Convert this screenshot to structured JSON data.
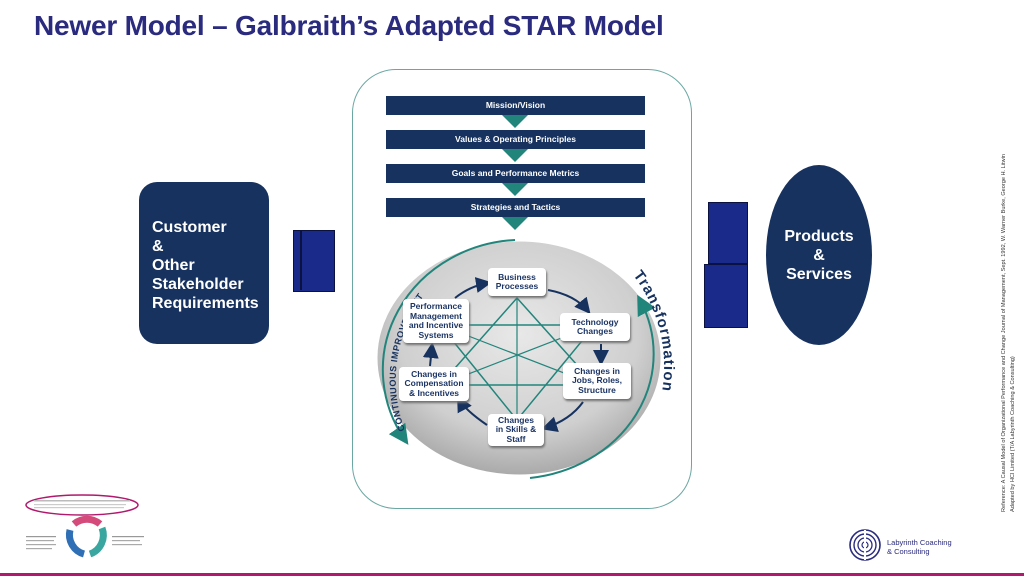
{
  "title": "Newer Model – Galbraith’s Adapted STAR Model",
  "left_box": [
    "Customer",
    "&",
    "Other",
    "Stakeholder",
    "Requirements"
  ],
  "right_oval": [
    "Products",
    "&",
    "Services"
  ],
  "bands": [
    "Mission/Vision",
    "Values & Operating Principles",
    "Goals and Performance  Metrics",
    "Strategies and Tactics"
  ],
  "nodes": {
    "business": [
      "Business",
      "Processes"
    ],
    "technology": [
      "Technology",
      "Changes"
    ],
    "jobs": [
      "Changes in",
      "Jobs, Roles,",
      "Structure"
    ],
    "skills": [
      "Changes",
      "in Skills &",
      "Staff"
    ],
    "compensation": [
      "Changes in",
      "Compensation",
      "& Incentives"
    ],
    "performance": [
      "Performance",
      "Management",
      "and Incentive",
      "Systems"
    ]
  },
  "left_arc_label": "CONTINUOUS IMPROVEMENT",
  "right_arc_label": "Transformation",
  "reference": [
    "Reference:  A Causal Model of Organizational Performance and Change Journal of Management, Sept. 1992,  W. Warner Burke, George H. Litwin",
    "Adapted by HCI Limited (T/A Labyrinth Coaching & Consulting)"
  ],
  "logo": [
    "Labyrinth Coaching",
    "& Consulting"
  ],
  "colors": {
    "navy": "#17325f",
    "teal": "#22857c",
    "title": "#2a2a7e",
    "accent": "#b0196d"
  }
}
